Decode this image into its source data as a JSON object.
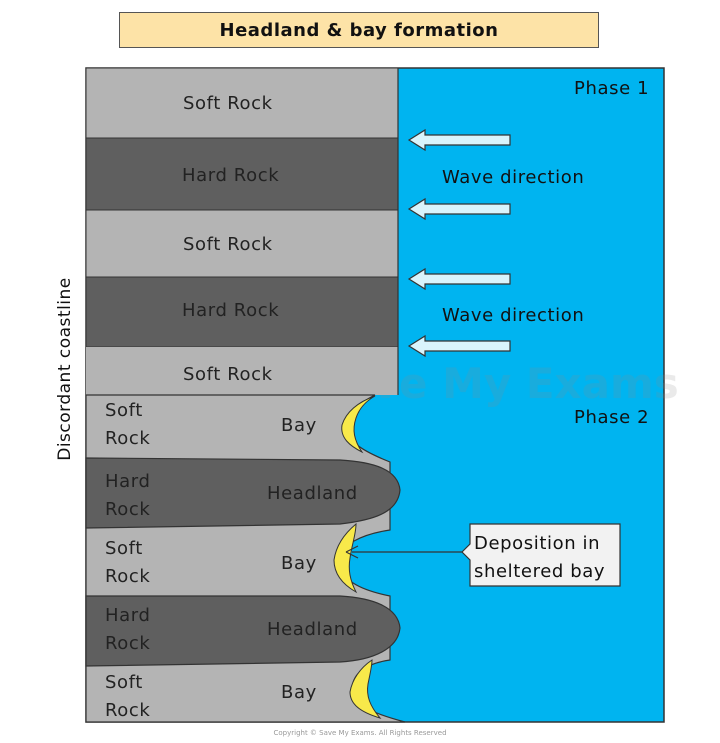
{
  "title": "Headland & bay formation",
  "side_label": "Discordant coastline",
  "phase1": {
    "label": "Phase 1",
    "bands": [
      "Soft Rock",
      "Hard Rock",
      "Soft Rock",
      "Hard Rock",
      "Soft Rock"
    ],
    "wave_labels": [
      "Wave direction",
      "Wave direction"
    ]
  },
  "phase2": {
    "label": "Phase 2",
    "rows": [
      {
        "rock_line1": "Soft",
        "rock_line2": "Rock",
        "feature": "Bay"
      },
      {
        "rock_line1": "Hard",
        "rock_line2": "Rock",
        "feature": "Headland"
      },
      {
        "rock_line1": "Soft",
        "rock_line2": "Rock",
        "feature": "Bay"
      },
      {
        "rock_line1": "Hard",
        "rock_line2": "Rock",
        "feature": "Headland"
      },
      {
        "rock_line1": "Soft",
        "rock_line2": "Rock",
        "feature": "Bay"
      }
    ],
    "callout_line1": "Deposition in",
    "callout_line2": "sheltered bay"
  },
  "watermark": "Save My Exams",
  "copyright": "Copyright © Save My Exams. All Rights Reserved",
  "colors": {
    "sea": "#00b4f0",
    "soft_rock": "#b4b4b4",
    "hard_rock": "#5f5f5f",
    "sand": "#f8e94a",
    "title_bg": "#fde3a7",
    "arrow_fill": "#d9f4fc"
  }
}
